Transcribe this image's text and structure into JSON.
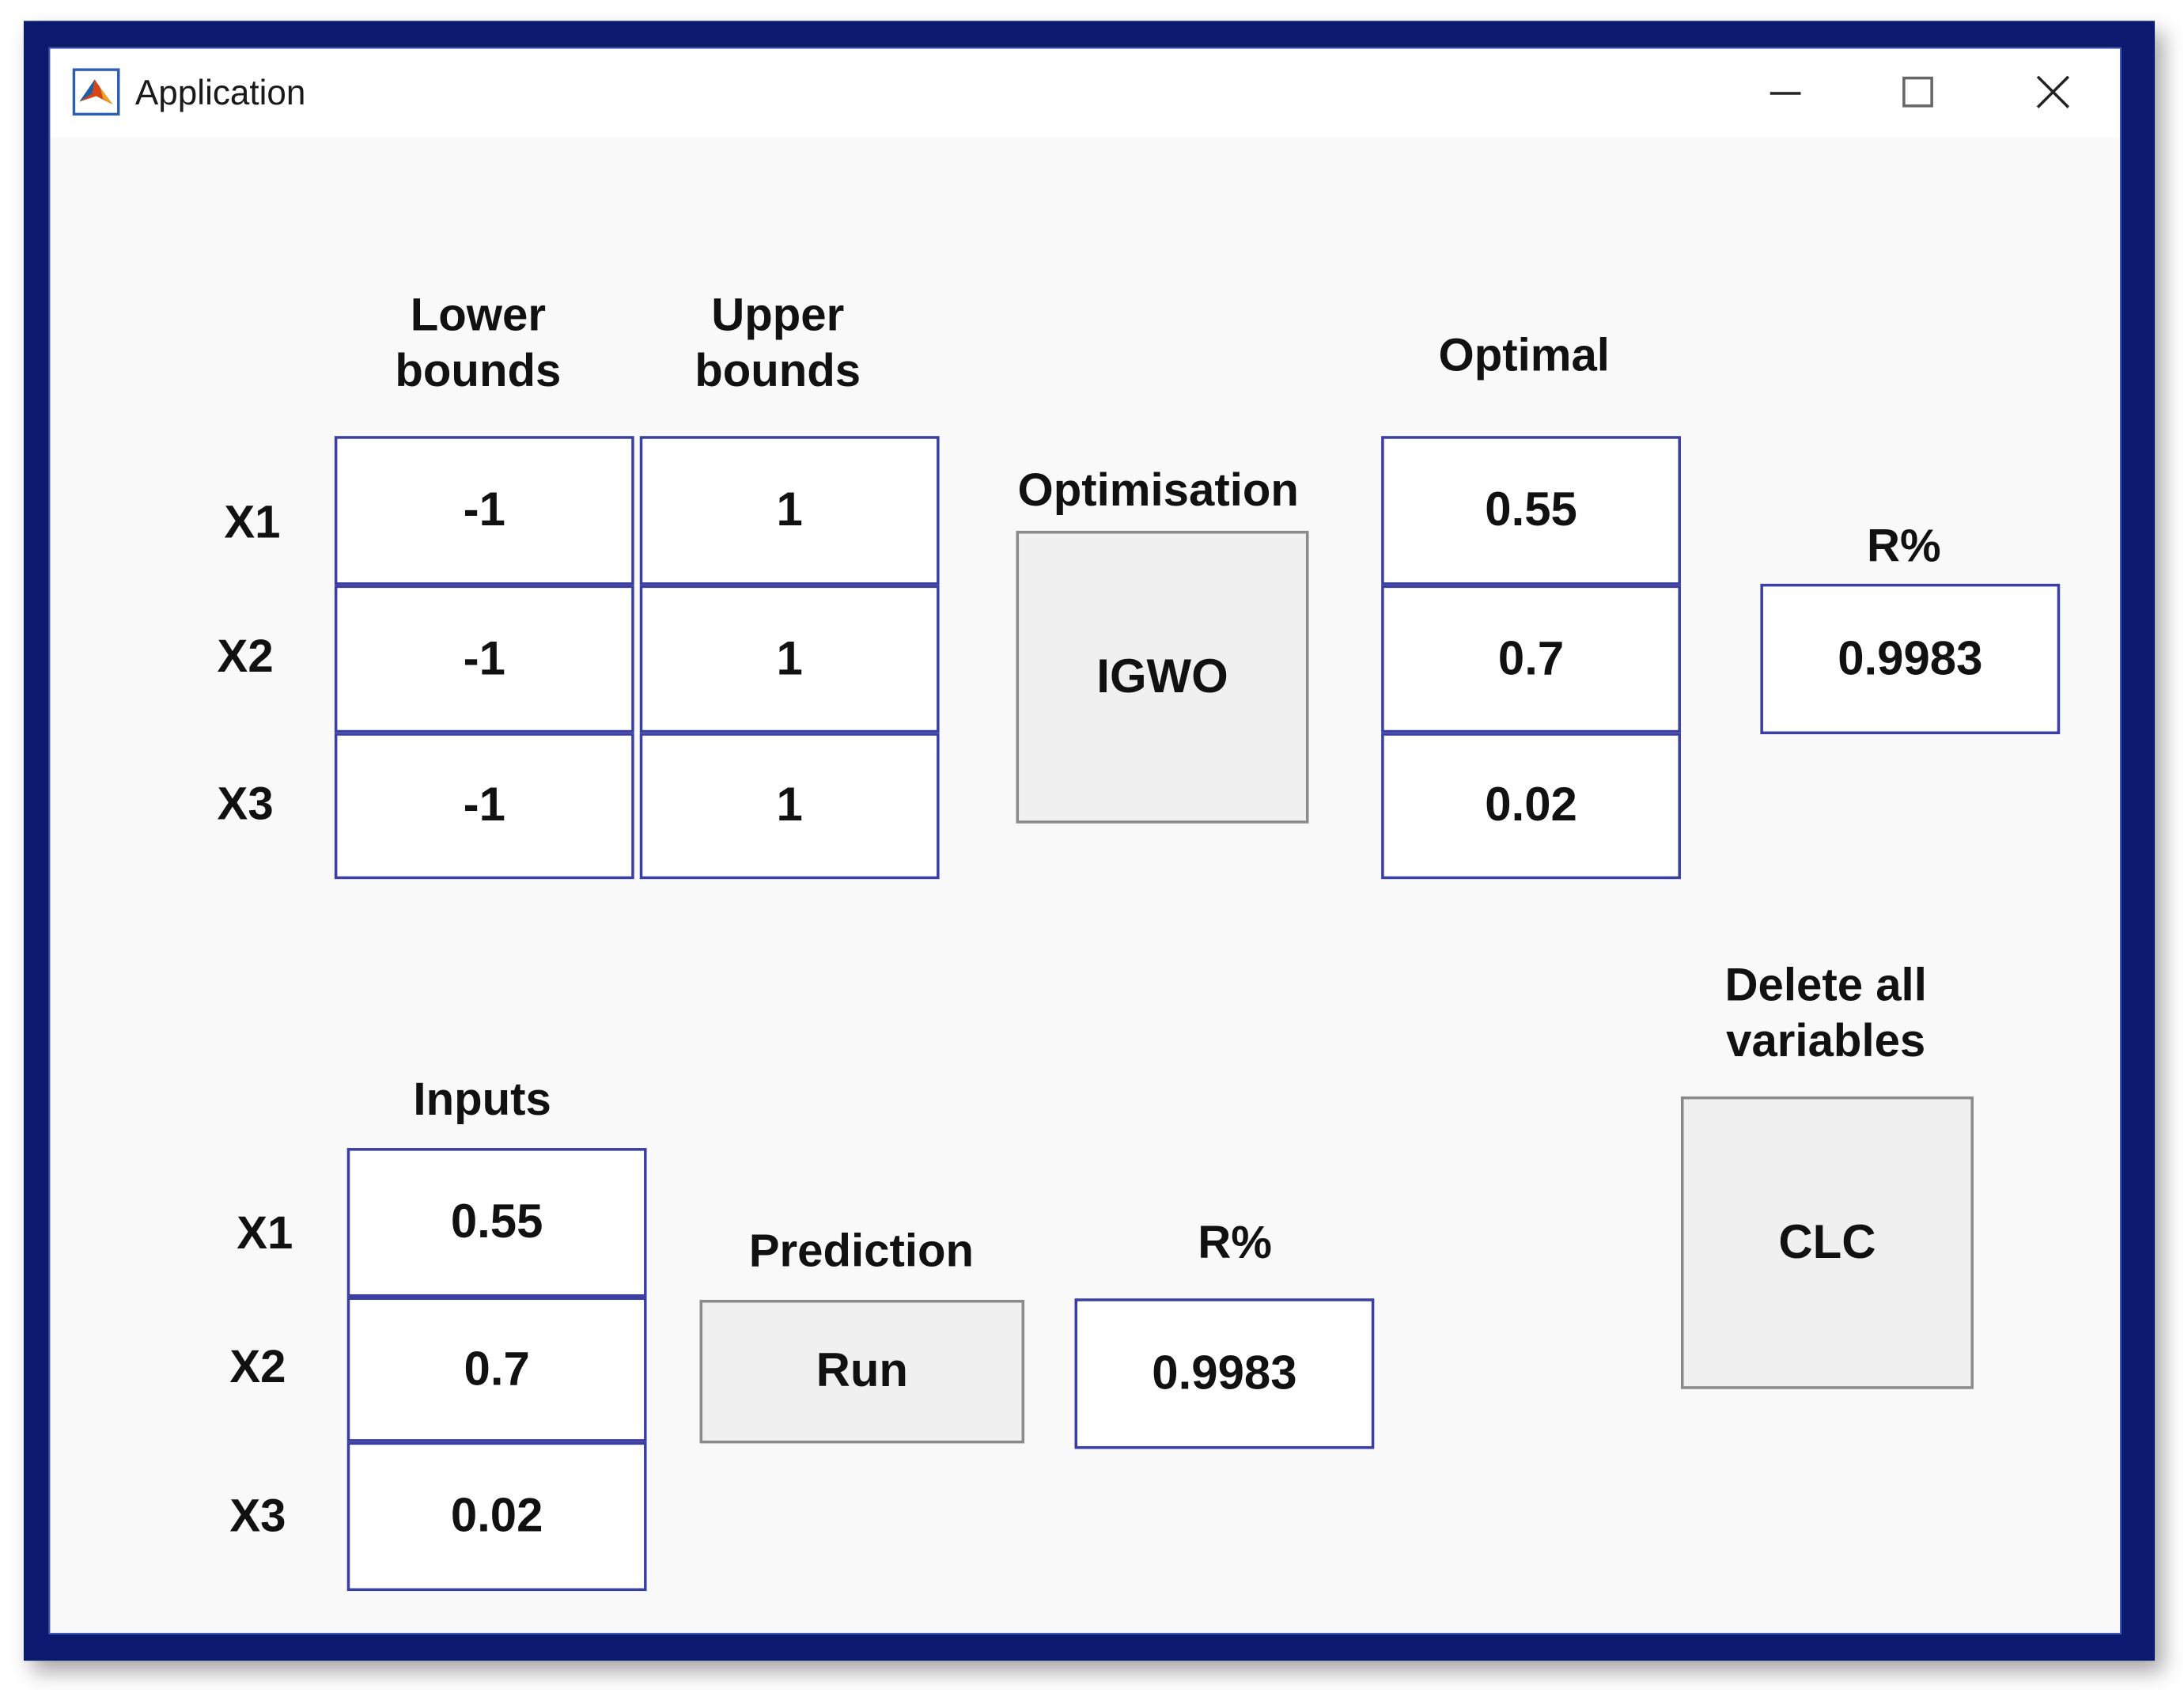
{
  "window": {
    "title": "Application",
    "controls": {
      "minimize": "minimize-icon",
      "maximize": "maximize-icon",
      "close": "close-icon"
    }
  },
  "optimisation_panel": {
    "row_labels": [
      "X1",
      "X2",
      "X3"
    ],
    "lower_bounds_header": [
      "Lower",
      "bounds"
    ],
    "upper_bounds_header": [
      "Upper",
      "bounds"
    ],
    "lower_bounds": [
      "-1",
      "-1",
      "-1"
    ],
    "upper_bounds": [
      "1",
      "1",
      "1"
    ],
    "optimisation_label": "Optimisation",
    "optimisation_button": "IGWO",
    "optimal_header": "Optimal",
    "optimal_values": [
      "0.55",
      "0.7",
      "0.02"
    ],
    "r_label": "R%",
    "r_value": "0.9983"
  },
  "prediction_panel": {
    "inputs_header": "Inputs",
    "row_labels": [
      "X1",
      "X2",
      "X3"
    ],
    "input_values": [
      "0.55",
      "0.7",
      "0.02"
    ],
    "prediction_label": "Prediction",
    "run_button": "Run",
    "r_label": "R%",
    "r_value": "0.9983"
  },
  "clear_panel": {
    "label": [
      "Delete all",
      "variables"
    ],
    "button": "CLC"
  },
  "colors": {
    "frame": "#0b1a6e",
    "field_border": "#3b3fa3",
    "window_bg": "#f9f9f9",
    "button_bg": "#f0f0f0"
  }
}
